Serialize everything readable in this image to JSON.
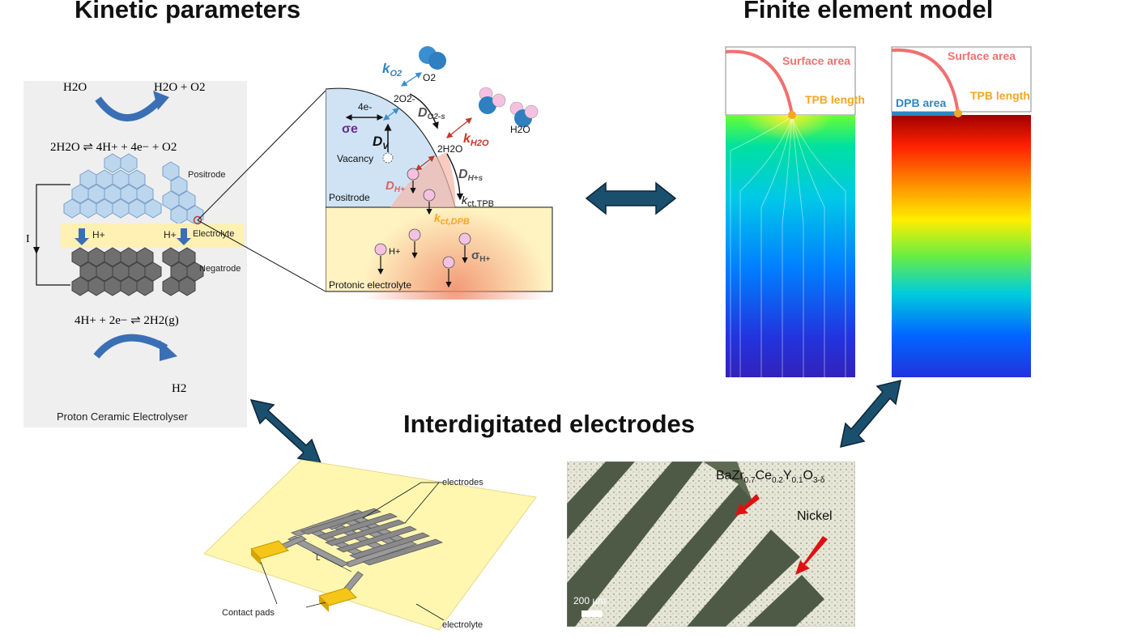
{
  "titles": {
    "kinetic": "Kinetic parameters",
    "fem": "Finite element model",
    "ide": "Interdigitated electrodes"
  },
  "pce": {
    "h2o_in": "H2O",
    "h2o_out": "H2O + O2",
    "anode_reaction": "2H2O ⇌ 4H+ + 4e− + O2",
    "positrode": "Positrode",
    "electrolyte": "Electrolyte",
    "negatrode": "Negatrode",
    "proton": "H+",
    "current": "I",
    "cathode_reaction": "4H+ + 2e− ⇌ 2H2(g)",
    "h2_out": "H2",
    "caption": "Proton Ceramic Electrolyser"
  },
  "zoom": {
    "k_o2": "k",
    "k_o2_sub": "O2",
    "o2": "O2",
    "four_e": "4e-",
    "o2_minus": "2O2-",
    "sigma_e": "σe",
    "d_v": "D",
    "d_v_sub": "V",
    "vacancy": "Vacancy",
    "d_os": "D",
    "d_os_sub": "O2-s",
    "k_h2o": "k",
    "k_h2o_sub": "H2O",
    "h2o": "H2O",
    "two_h2o": "2H2O",
    "d_hs": "D",
    "d_hs_sub": "H+s",
    "d_hplus": "D",
    "d_hplus_sub": "H+",
    "k_ct_tpb": "k",
    "k_ct_tpb_sub": "ct,TPB",
    "positrode": "Positrode",
    "k_ct_dpb": "k",
    "k_ct_dpb_sub": "ct,DPB",
    "h_plus": "H+",
    "sigma_h": "σ",
    "sigma_h_sub": "H+",
    "protonic_electrolyte": "Protonic electrolyte"
  },
  "fem": {
    "surface_area_1": "Surface area",
    "tpb_length_1": "TPB length",
    "surface_area_2": "Surface area",
    "dpb_area": "DPB area",
    "tpb_length_2": "TPB length"
  },
  "ide": {
    "electrodes": "electrodes",
    "l": "L",
    "contact_pads": "Contact pads",
    "electrolyte": "electrolyte"
  },
  "micro": {
    "bzcy": "BaZr0.7Ce0.2Y0.1O3-δ",
    "nickel": "Nickel",
    "scale": "200 µm"
  },
  "colors": {
    "arrow_fill": "#1b4f6e",
    "arrow_stroke": "#0c2536",
    "surface": "#f07070",
    "tpb": "#f5a623",
    "dpb": "#2e86c1",
    "positrode_blue": "#cfe3f5",
    "electrolyte_yellow": "#fff3c2",
    "panel_grey": "#efefef"
  }
}
